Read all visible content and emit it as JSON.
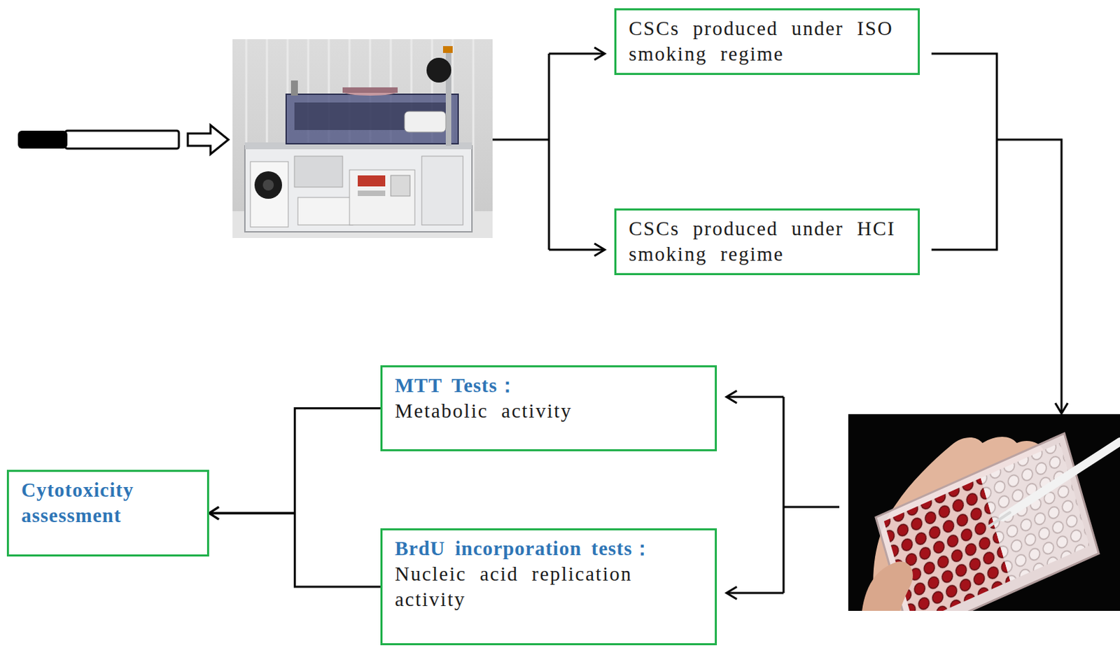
{
  "diagram": {
    "nodes": [
      {
        "text": [
          "CSCs produced under ISO smoking regime"
        ]
      },
      {
        "text": [
          "CSCs produced under HCI smoking regime"
        ]
      },
      {
        "text": [
          "MTT Tests：",
          "Metabolic activity"
        ]
      },
      {
        "text": [
          "BrdU incorporation tests：",
          "Nucleic acid replication activity"
        ]
      },
      {
        "text": [
          "Cytotoxicity assessment"
        ]
      }
    ],
    "edges": [
      {
        "from": 2,
        "to": 4,
        "arrow": "to"
      },
      {
        "from": 3,
        "to": 4,
        "arrow": "to"
      }
    ]
  }
}
